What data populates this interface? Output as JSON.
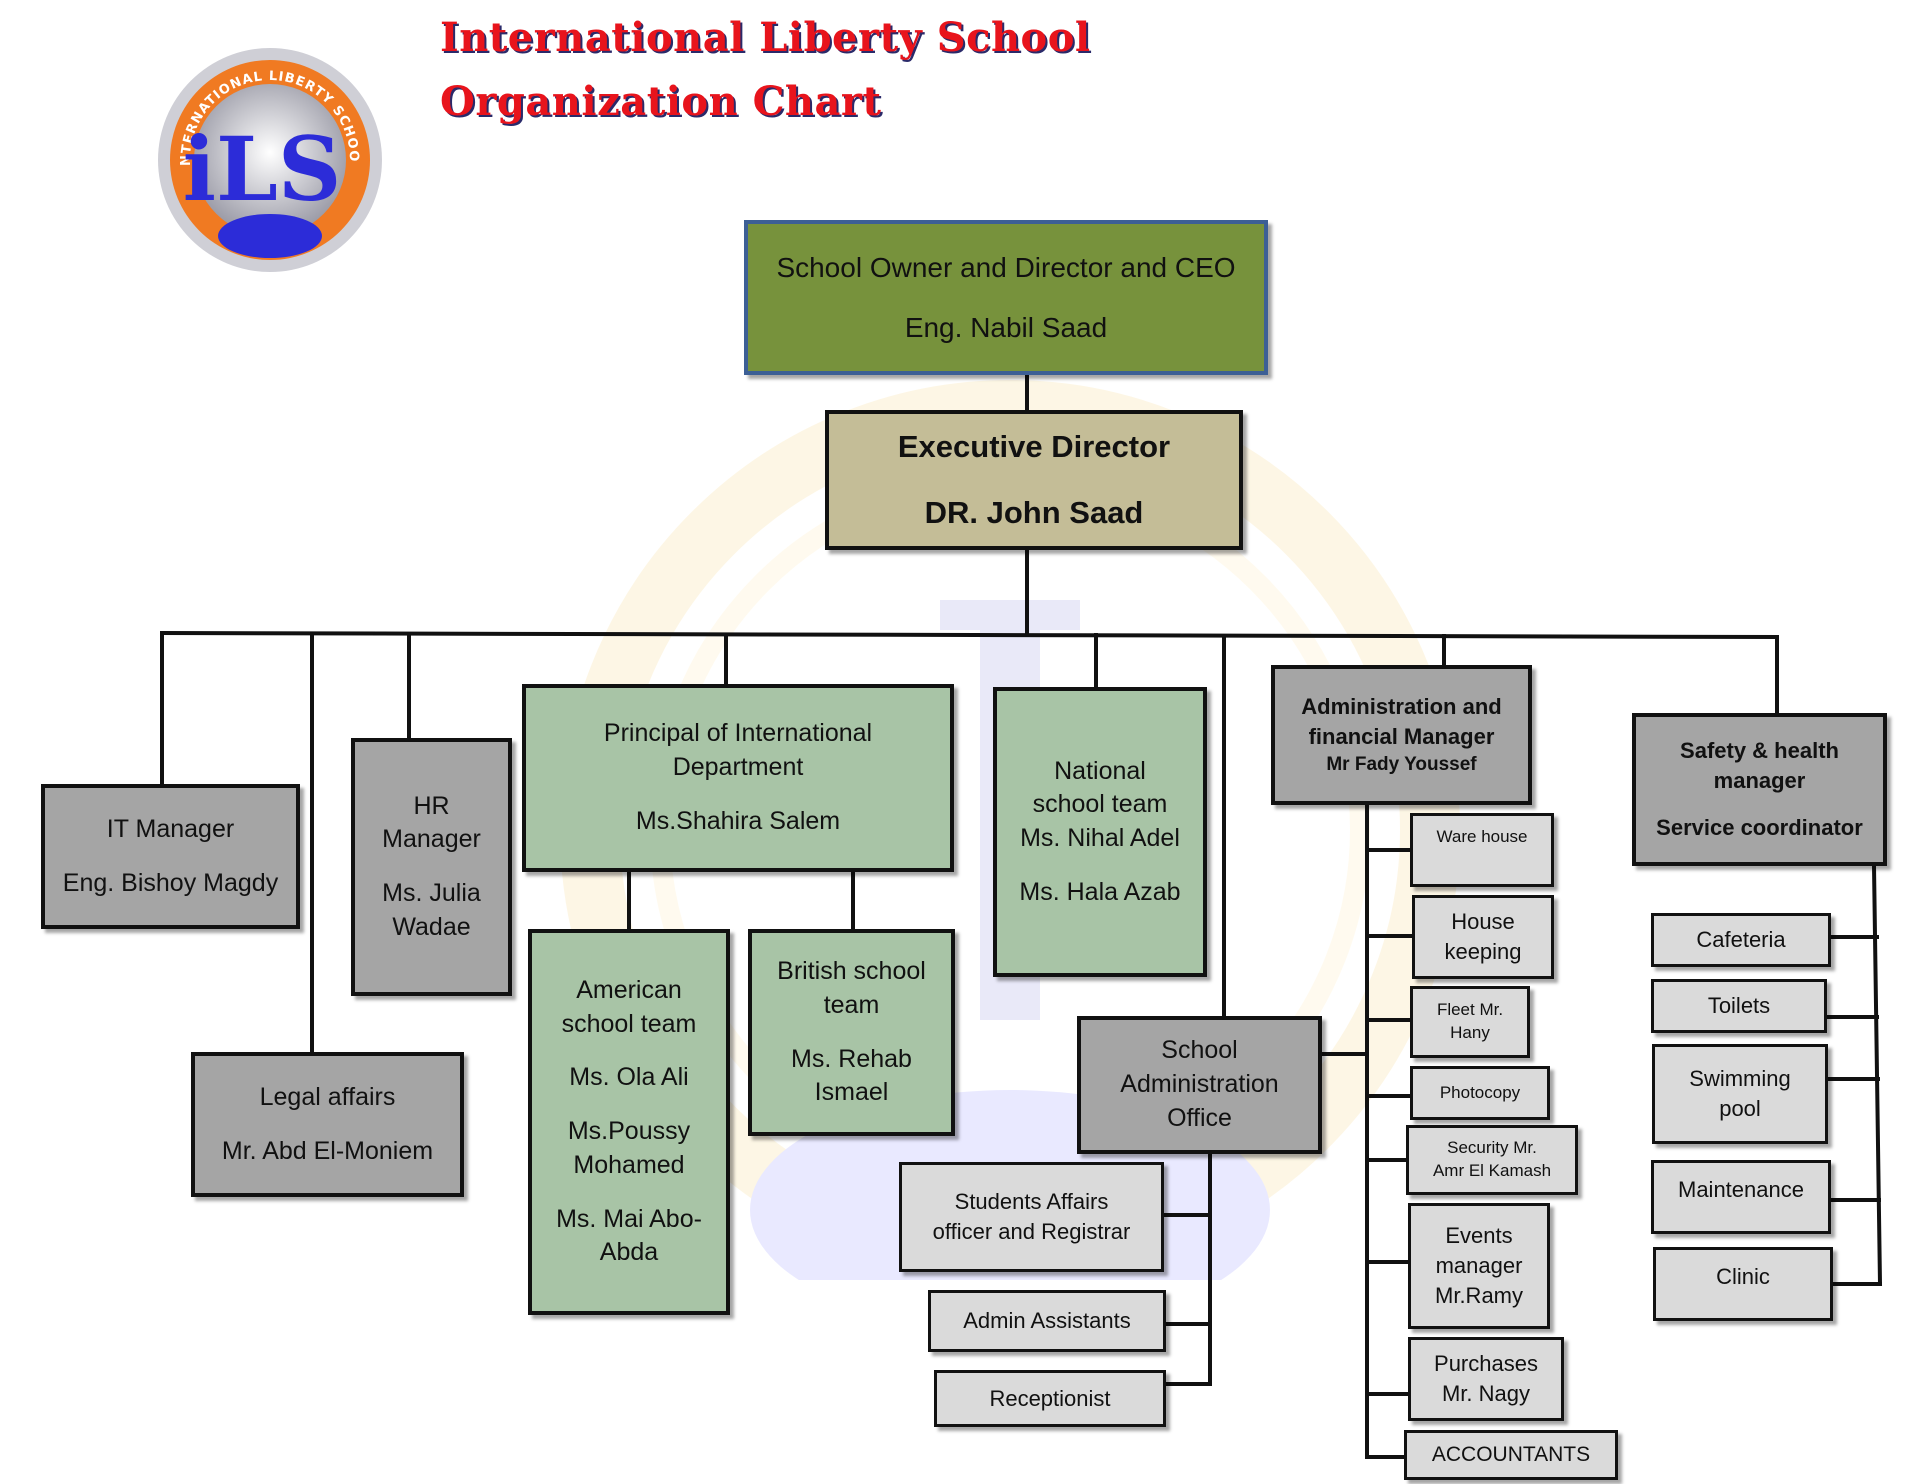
{
  "header": {
    "title_line1": "International Liberty School",
    "title_line2": "Organization Chart",
    "logo": {
      "ring_text": "INTERNATIONAL LIBERTY SCHOOL",
      "monogram": "iLS"
    }
  },
  "colors": {
    "title": "#e8141c",
    "ceo_box": "#77923c",
    "executive_box": "#c4bd97",
    "department_box": "#a5a5a5",
    "academic_box": "#a8c4a6",
    "unit_box": "#dadada"
  },
  "chart": {
    "ceo": {
      "role": "School Owner and Director and CEO",
      "name": "Eng. Nabil Saad"
    },
    "executive": {
      "role": "Executive Director",
      "name": "DR. John Saad"
    },
    "it_manager": {
      "role": "IT Manager",
      "name": "Eng. Bishoy Magdy"
    },
    "legal": {
      "role": "Legal affairs",
      "name": "Mr. Abd El-Moniem"
    },
    "hr": {
      "role_line1": "HR",
      "role_line2": "Manager",
      "name_line1": "Ms. Julia",
      "name_line2": "Wadae"
    },
    "principal": {
      "role_line1": "Principal of International",
      "role_line2": "Department",
      "name": "Ms.Shahira Salem"
    },
    "american": {
      "role_line1": "American",
      "role_line2": "school team",
      "member1": "Ms. Ola Ali",
      "member2_line1": "Ms.Poussy",
      "member2_line2": "Mohamed",
      "member3_line1": "Ms. Mai Abo-",
      "member3_line2": "Abda"
    },
    "british": {
      "role_line1": "British school",
      "role_line2": "team",
      "name_line1": "Ms. Rehab",
      "name_line2": "Ismael"
    },
    "national": {
      "role_line1": "National",
      "role_line2": "school team",
      "member1": "Ms. Nihal Adel",
      "member2": "Ms. Hala Azab"
    },
    "school_admin": {
      "role_line1": "School",
      "role_line2": "Administration",
      "role_line3": "Office",
      "units": {
        "students_affairs_line1": "Students Affairs",
        "students_affairs_line2": "officer and Registrar",
        "admin_assistants": "Admin Assistants",
        "receptionist": "Receptionist"
      }
    },
    "finance": {
      "role_line1": "Administration and",
      "role_line2": "financial Manager",
      "name": "Mr Fady Youssef",
      "units": {
        "warehouse": "Ware house",
        "housekeeping_line1": "House",
        "housekeeping_line2": "keeping",
        "fleet_line1": "Fleet Mr.",
        "fleet_line2": "Hany",
        "photocopy": "Photocopy",
        "security_line1": "Security Mr.",
        "security_line2": "Amr El Kamash",
        "events_line1": "Events",
        "events_line2": "manager",
        "events_line3": "Mr.Ramy",
        "purchases_line1": "Purchases",
        "purchases_line2": "Mr. Nagy",
        "accountants": "ACCOUNTANTS"
      }
    },
    "safety": {
      "role_line1": "Safety & health",
      "role_line2": "manager",
      "role_line3": "Service coordinator",
      "units": {
        "cafeteria": "Cafeteria",
        "toilets": "Toilets",
        "swimming_line1": "Swimming",
        "swimming_line2": "pool",
        "maintenance": "Maintenance",
        "clinic": "Clinic"
      }
    }
  }
}
